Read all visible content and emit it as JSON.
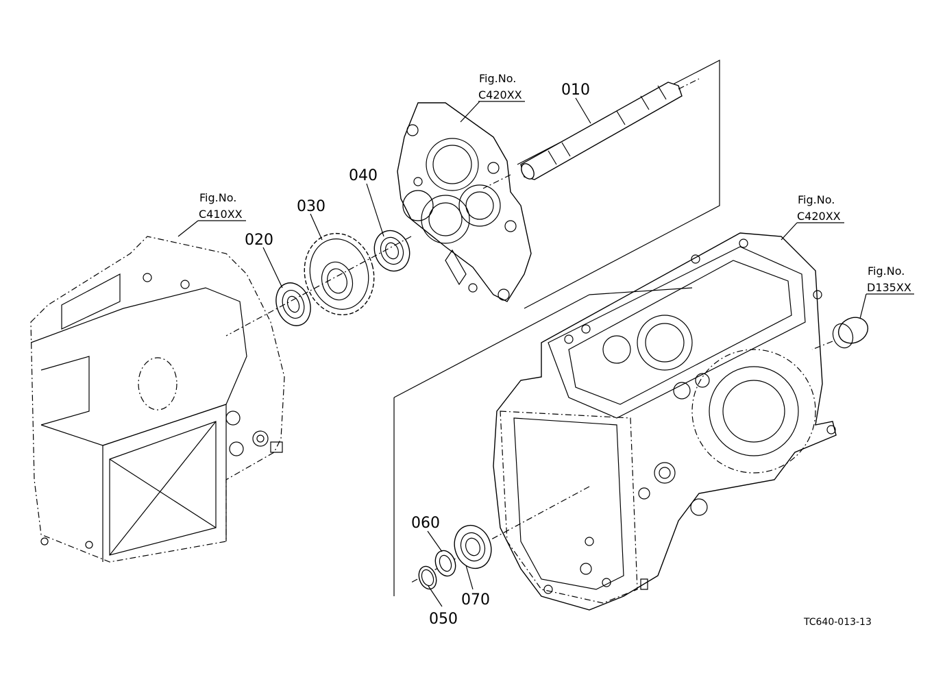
{
  "parts": {
    "p010": "010",
    "p020": "020",
    "p030": "030",
    "p040": "040",
    "p050": "050",
    "p060": "060",
    "p070": "070"
  },
  "fig_refs": {
    "ref_top": {
      "label": "Fig.No.",
      "code": "C420XX"
    },
    "ref_left": {
      "label": "Fig.No.",
      "code": "C410XX"
    },
    "ref_right": {
      "label": "Fig.No.",
      "code": "C420XX"
    },
    "ref_far_right": {
      "label": "Fig.No.",
      "code": "D135XX"
    }
  },
  "drawing_code": "TC640-013-13"
}
